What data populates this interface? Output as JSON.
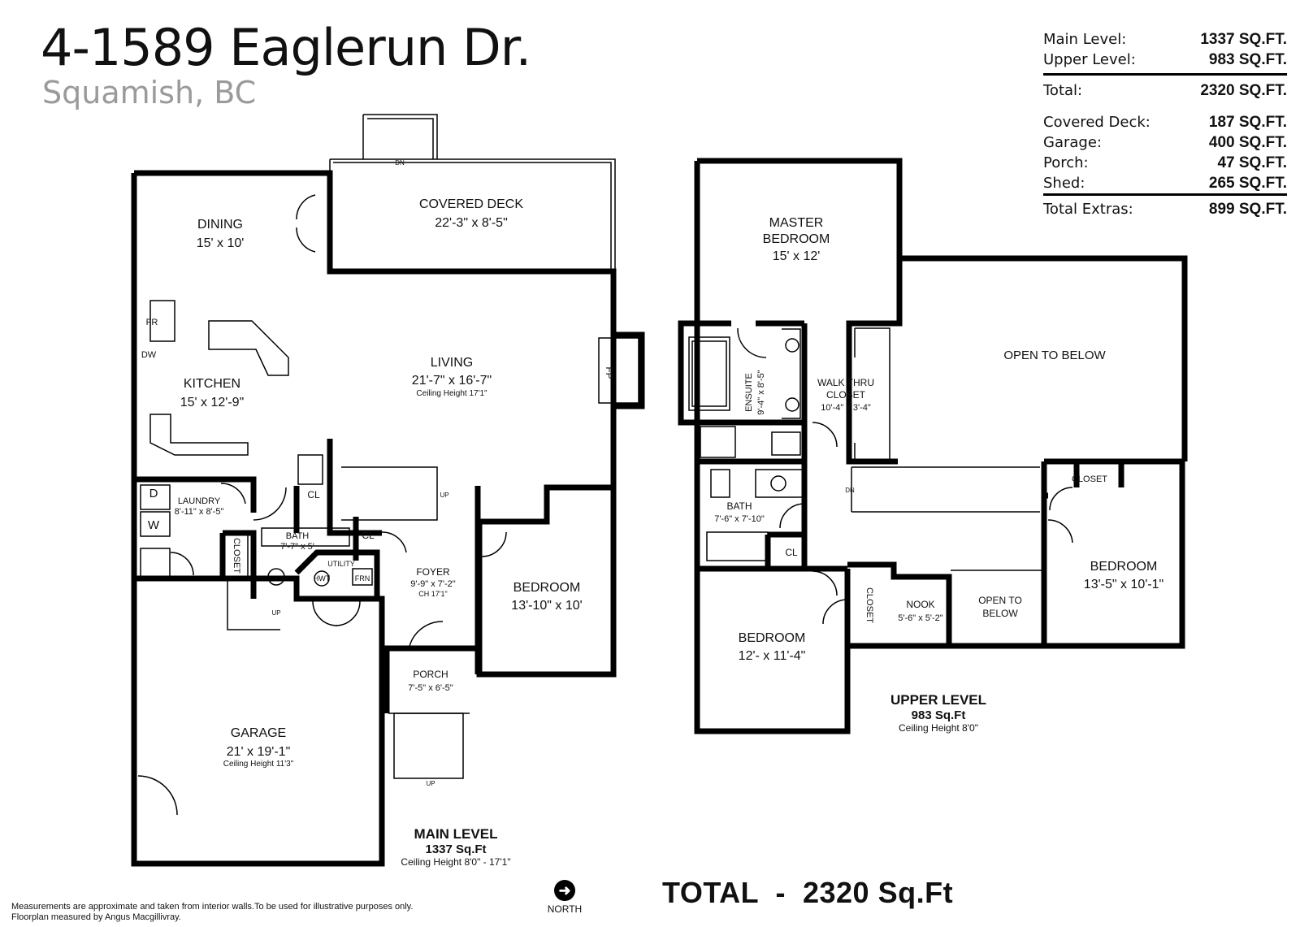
{
  "header": {
    "title": "4-1589 Eaglerun Dr.",
    "subtitle": "Squamish, BC"
  },
  "summary": {
    "rows1": [
      {
        "label": "Main Level:",
        "value": "1337 SQ.FT."
      },
      {
        "label": "Upper Level:",
        "value": "983 SQ.FT."
      }
    ],
    "total": {
      "label": "Total:",
      "value": "2320 SQ.FT."
    },
    "rows2": [
      {
        "label": "Covered Deck:",
        "value": "187 SQ.FT."
      },
      {
        "label": "Garage:",
        "value": "400 SQ.FT."
      },
      {
        "label": "Porch:",
        "value": "47 SQ.FT."
      },
      {
        "label": "Shed:",
        "value": "265 SQ.FT."
      }
    ],
    "extras": {
      "label": "Total Extras:",
      "value": "899 SQ.FT."
    }
  },
  "main_level": {
    "title": "MAIN LEVEL",
    "area": "1337 Sq.Ft",
    "ceiling": "Ceiling Height 8'0\" - 17'1\"",
    "rooms": {
      "covered_deck": {
        "name": "COVERED DECK",
        "dims": "22'-3\" x 8'-5\""
      },
      "dining": {
        "name": "DINING",
        "dims": "15' x 10'"
      },
      "kitchen": {
        "name": "KITCHEN",
        "dims": "15' x 12'-9\""
      },
      "living": {
        "name": "LIVING",
        "dims": "21'-7\" x 16'-7\"",
        "note": "Ceiling Height 17'1\""
      },
      "laundry": {
        "name": "LAUNDRY",
        "dims": "8'-11\" x 8'-5\""
      },
      "bath": {
        "name": "BATH",
        "dims": "7'-7\" x 5'"
      },
      "utility": {
        "name": "UTILITY"
      },
      "foyer": {
        "name": "FOYER",
        "dims": "9'-9\" x 7'-2\"",
        "note": "CH 17'1\""
      },
      "bedroom": {
        "name": "BEDROOM",
        "dims": "13'-10\" x 10'"
      },
      "porch": {
        "name": "PORCH",
        "dims": "7'-5\" x 6'-5\""
      },
      "garage": {
        "name": "GARAGE",
        "dims": "21' x 19'-1\"",
        "note": "Ceiling Height 11'3\""
      }
    },
    "labels": {
      "fr": "FR",
      "dw": "DW",
      "fp": "FP",
      "d": "D",
      "w": "W",
      "cl1": "CL",
      "cl2": "CL",
      "closet": "CLOSET",
      "hwt": "HWT",
      "frn": "FRN",
      "up1": "UP",
      "up2": "UP",
      "up3": "UP",
      "dn": "DN"
    }
  },
  "upper_level": {
    "title": "UPPER LEVEL",
    "area": "983 Sq.Ft",
    "ceiling": "Ceiling Height 8'0\"",
    "rooms": {
      "master": {
        "name1": "MASTER",
        "name2": "BEDROOM",
        "dims": "15' x 12'"
      },
      "ensuite": {
        "name": "ENSUITE",
        "dims": "9'-4\" x 8'-5\""
      },
      "walkthru": {
        "name1": "WALK THRU",
        "name2": "CLOSET",
        "dims": "10'-4\" x 3'-4\""
      },
      "open_below": {
        "name": "OPEN TO BELOW"
      },
      "bath": {
        "name": "BATH",
        "dims": "7'-6\" x 7'-10\""
      },
      "bedroom2": {
        "name": "BEDROOM",
        "dims": "12'- x 11'-4\""
      },
      "nook": {
        "name": "NOOK",
        "dims": "5'-6\" x 5'-2\""
      },
      "open_below2": {
        "name1": "OPEN TO",
        "name2": "BELOW"
      },
      "bedroom3": {
        "name": "BEDROOM",
        "dims": "13'-5\" x 10'-1\""
      }
    },
    "labels": {
      "cl": "CL",
      "closet_v": "CLOSET",
      "closet_h": "CLOSET",
      "dn": "DN"
    }
  },
  "total_line": "TOTAL  -  2320 Sq.Ft",
  "north": "NORTH",
  "disclaimer": {
    "line1": "Measurements are approximate and taken from interior walls.To be used for illustrative purposes only.",
    "line2": "Floorplan measured by Angus Macgillivray."
  }
}
